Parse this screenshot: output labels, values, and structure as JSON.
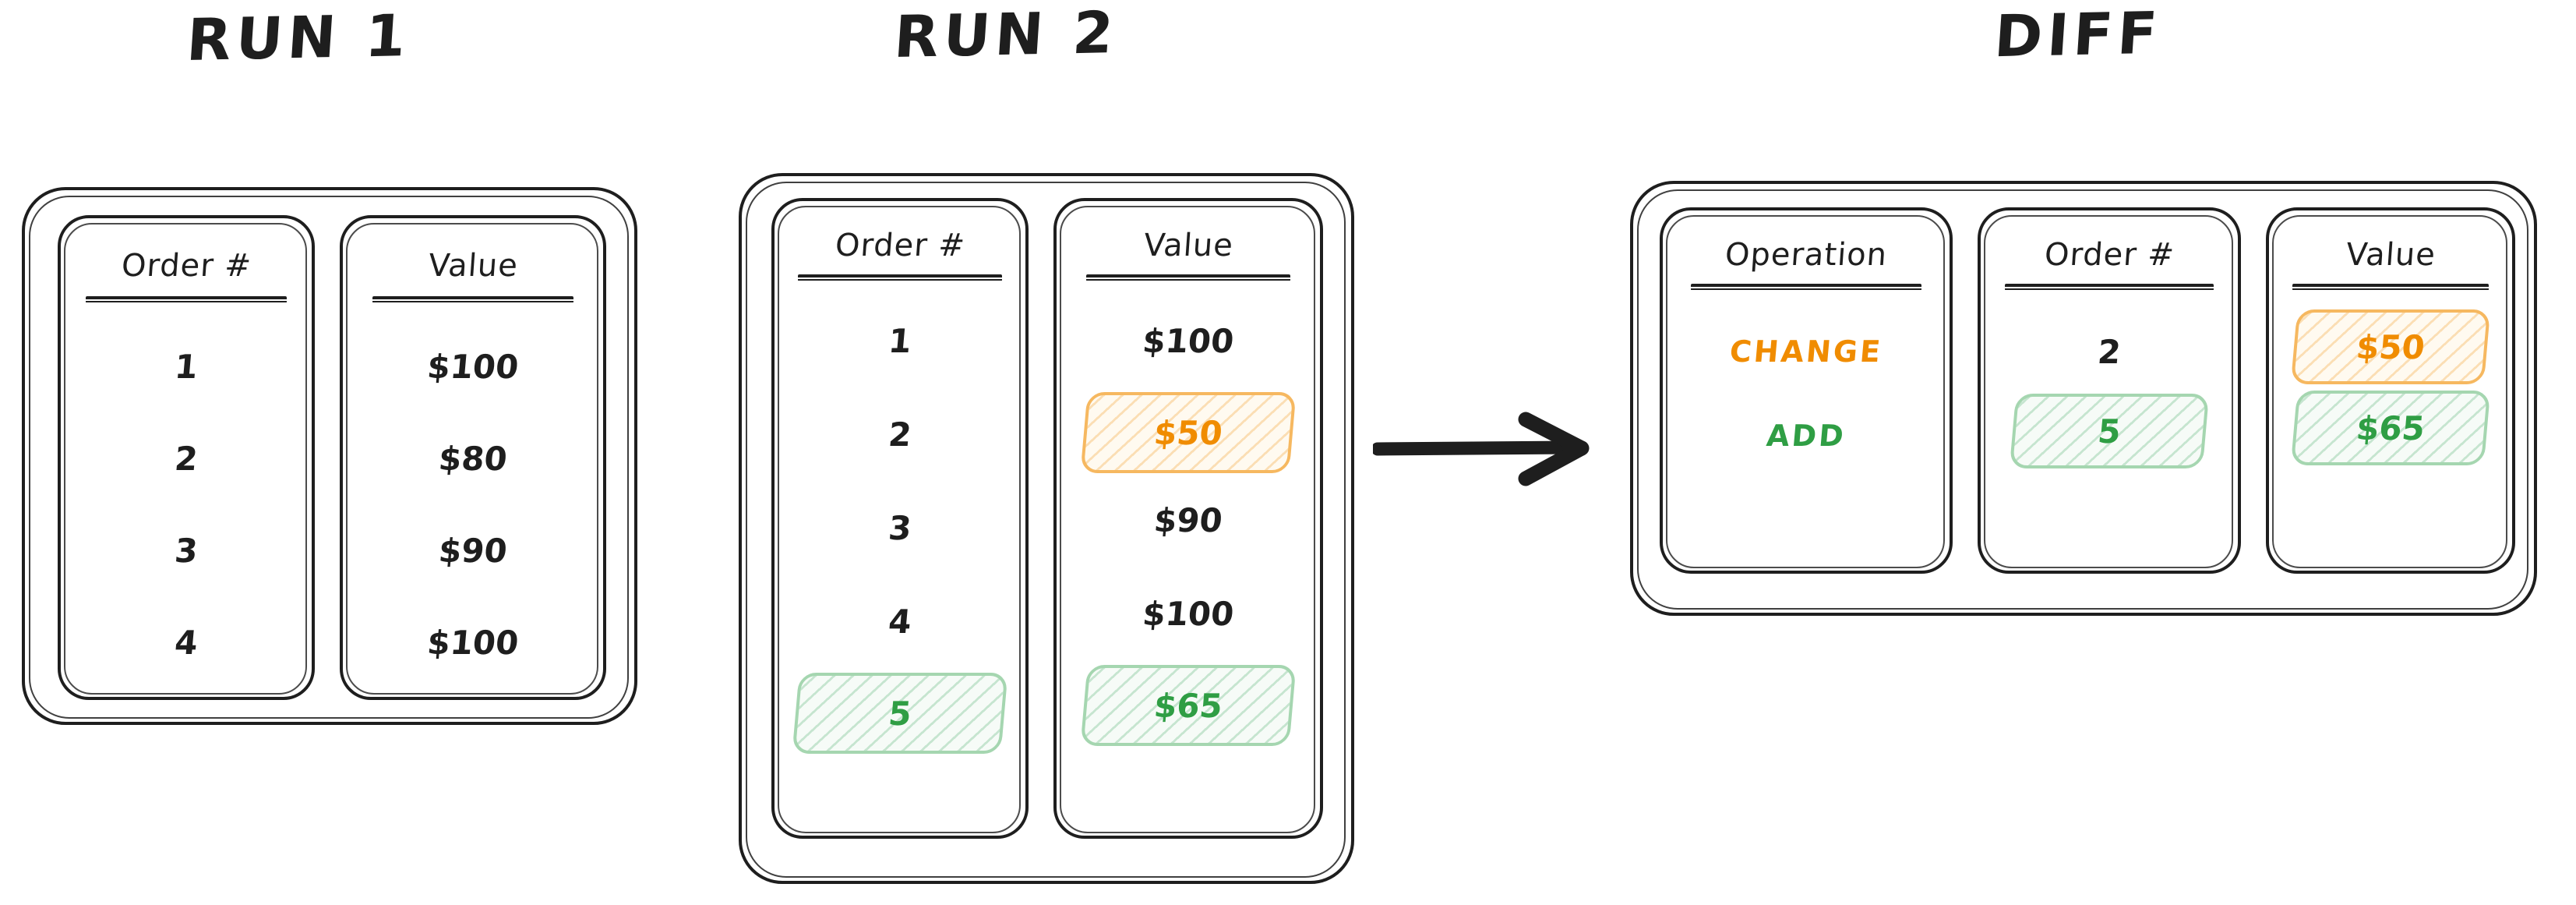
{
  "diagram": {
    "title_run1": "RUN 1",
    "title_run2": "RUN 2",
    "title_diff": "DIFF",
    "arrow_icon": "right-arrow-icon",
    "colors": {
      "ink": "#1e1e1e",
      "change_orange": "#f08c00",
      "change_orange_border": "#f6b860",
      "add_green": "#2f9e44",
      "add_green_border": "#a5d6b0",
      "background": "#ffffff"
    }
  },
  "run1": {
    "columns": [
      {
        "header": "Order #",
        "cells": [
          {
            "text": "1",
            "highlight": "none"
          },
          {
            "text": "2",
            "highlight": "none"
          },
          {
            "text": "3",
            "highlight": "none"
          },
          {
            "text": "4",
            "highlight": "none"
          }
        ]
      },
      {
        "header": "Value",
        "cells": [
          {
            "text": "$100",
            "highlight": "none"
          },
          {
            "text": "$80",
            "highlight": "none"
          },
          {
            "text": "$90",
            "highlight": "none"
          },
          {
            "text": "$100",
            "highlight": "none"
          }
        ]
      }
    ]
  },
  "run2": {
    "columns": [
      {
        "header": "Order #",
        "cells": [
          {
            "text": "1",
            "highlight": "none"
          },
          {
            "text": "2",
            "highlight": "none"
          },
          {
            "text": "3",
            "highlight": "none"
          },
          {
            "text": "4",
            "highlight": "none"
          },
          {
            "text": "5",
            "highlight": "green"
          }
        ]
      },
      {
        "header": "Value",
        "cells": [
          {
            "text": "$100",
            "highlight": "none"
          },
          {
            "text": "$50",
            "highlight": "orange"
          },
          {
            "text": "$90",
            "highlight": "none"
          },
          {
            "text": "$100",
            "highlight": "none"
          },
          {
            "text": "$65",
            "highlight": "green"
          }
        ]
      }
    ]
  },
  "diff": {
    "columns": [
      {
        "header": "Operation",
        "cells": [
          {
            "text": "CHANGE",
            "highlight": "none",
            "color": "orange"
          },
          {
            "text": "ADD",
            "highlight": "none",
            "color": "green"
          }
        ]
      },
      {
        "header": "Order #",
        "cells": [
          {
            "text": "2",
            "highlight": "none"
          },
          {
            "text": "5",
            "highlight": "green"
          }
        ]
      },
      {
        "header": "Value",
        "cells": [
          {
            "text": "$50",
            "highlight": "orange"
          },
          {
            "text": "$65",
            "highlight": "green"
          }
        ]
      }
    ]
  },
  "chart_data": {
    "type": "table",
    "title": "Run comparison and diff",
    "tables": [
      {
        "name": "RUN 1",
        "columns": [
          "Order #",
          "Value"
        ],
        "rows": [
          [
            "1",
            "$100"
          ],
          [
            "2",
            "$80"
          ],
          [
            "3",
            "$90"
          ],
          [
            "4",
            "$100"
          ]
        ]
      },
      {
        "name": "RUN 2",
        "columns": [
          "Order #",
          "Value"
        ],
        "rows": [
          [
            "1",
            "$100"
          ],
          [
            "2",
            "$50"
          ],
          [
            "3",
            "$90"
          ],
          [
            "4",
            "$100"
          ],
          [
            "5",
            "$65"
          ]
        ],
        "highlights": [
          {
            "row": 1,
            "column": "Value",
            "kind": "orange"
          },
          {
            "row": 4,
            "column": "Order #",
            "kind": "green"
          },
          {
            "row": 4,
            "column": "Value",
            "kind": "green"
          }
        ]
      },
      {
        "name": "DIFF",
        "columns": [
          "Operation",
          "Order #",
          "Value"
        ],
        "rows": [
          [
            "CHANGE",
            "2",
            "$50"
          ],
          [
            "ADD",
            "5",
            "$65"
          ]
        ],
        "highlights": [
          {
            "row": 0,
            "column": "Value",
            "kind": "orange"
          },
          {
            "row": 1,
            "column": "Order #",
            "kind": "green"
          },
          {
            "row": 1,
            "column": "Value",
            "kind": "green"
          }
        ]
      }
    ]
  }
}
